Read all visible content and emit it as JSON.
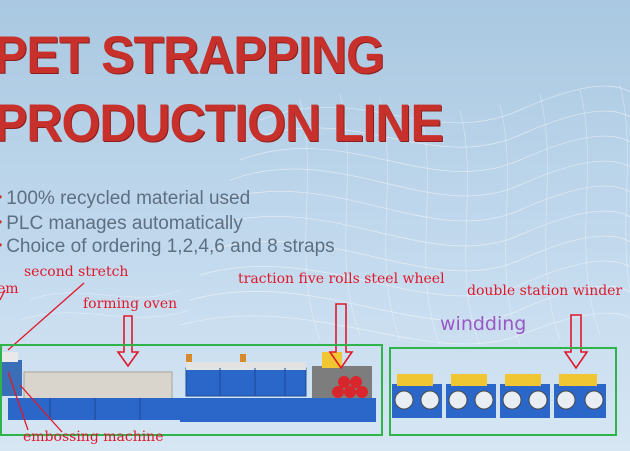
{
  "headline": {
    "line1": "PET STRAPPING",
    "line2": "PRODUCTION LINE"
  },
  "bullets": [
    "100% recycled material used",
    "PLC manages automatically",
    "Choice of ordering 1,2,4,6 and 8 straps"
  ],
  "annotations": {
    "second_stretch": "second stretch",
    "embossing_system_partial": "em",
    "forming_oven": "forming oven",
    "traction": "traction five rolls steel wheel",
    "double_station_winder": "double station winder",
    "winding": "windding",
    "embossing_machine": "embossing machine"
  },
  "colors": {
    "headline": "#c8312b",
    "annotation": "#e0182c",
    "highlight_box": "#2fb34b",
    "winding_label": "#9a58c5",
    "machine_blue": "#2b66c9"
  }
}
